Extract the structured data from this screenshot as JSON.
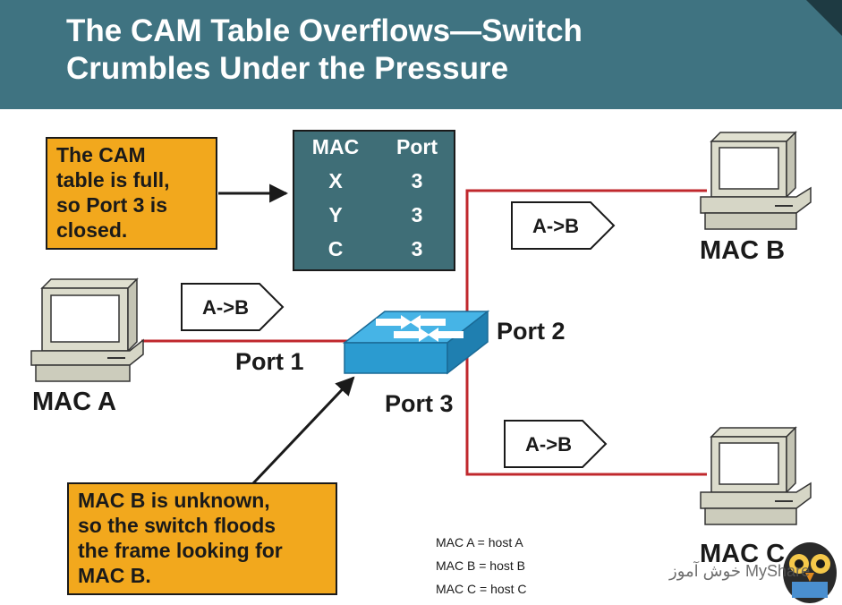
{
  "title_line1": "The CAM Table Overflows—Switch",
  "title_line2": "Crumbles Under the Pressure",
  "note_top": [
    "The CAM",
    "table is full,",
    "so Port 3 is",
    "closed."
  ],
  "note_bottom": [
    "MAC B is unknown,",
    "so the switch floods",
    "the frame looking for",
    "MAC B."
  ],
  "cam_table": {
    "headers": [
      "MAC",
      "Port"
    ],
    "rows": [
      [
        "X",
        "3"
      ],
      [
        "Y",
        "3"
      ],
      [
        "C",
        "3"
      ]
    ]
  },
  "frames": [
    "A->B",
    "A->B",
    "A->B"
  ],
  "ports": {
    "port1": "Port 1",
    "port2": "Port 2",
    "port3": "Port 3"
  },
  "hosts": {
    "a": "MAC A",
    "b": "MAC B",
    "c": "MAC C"
  },
  "legend": [
    "MAC A = host A",
    "MAC B = host B",
    "MAC C = host C"
  ],
  "watermark": "خوش آموز MyShare",
  "colors": {
    "header": "#3f7381",
    "note": "#f2a81d",
    "link": "#c0282d",
    "switch": "#2b9bd0"
  }
}
